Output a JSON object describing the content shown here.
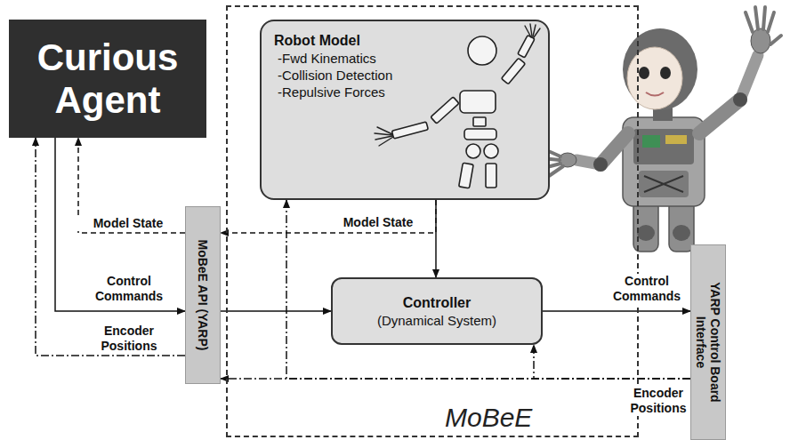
{
  "diagram": {
    "nodes": [
      {
        "text": [
          "Curious Agent"
        ]
      },
      {
        "text": [
          "MoBeE"
        ]
      },
      {
        "text": [
          "Robot Model",
          "-Fwd Kinematics",
          "-Collision Detection",
          "-Repulsive Forces"
        ],
        "in": 1
      },
      {
        "text": [
          "MoBeE API (YARP)"
        ]
      },
      {
        "text": [
          "Controller",
          "(Dynamical System)"
        ],
        "in": 1
      },
      {
        "text": [
          "YARP Control Board Interface"
        ]
      }
    ],
    "edges": [
      {
        "from": 3,
        "to": 0,
        "arrow": "to",
        "label": "Model State"
      },
      {
        "from": 0,
        "to": 3,
        "arrow": "to",
        "label": "Control Commands"
      },
      {
        "from": 3,
        "to": 0,
        "arrow": "to",
        "label": "Encoder Positions"
      },
      {
        "from": 2,
        "to": 4,
        "arrow": "to"
      },
      {
        "from": 2,
        "to": 3,
        "arrow": "to",
        "label": "Model State"
      },
      {
        "from": 3,
        "to": 4,
        "arrow": "to"
      },
      {
        "from": 4,
        "to": 5,
        "arrow": "to",
        "label": "Control Commands"
      },
      {
        "from": 5,
        "to": 3,
        "arrow": "to",
        "label": "Encoder Positions"
      },
      {
        "from": 5,
        "to": 2,
        "arrow": "to"
      },
      {
        "from": 5,
        "to": 4,
        "arrow": "to"
      }
    ]
  }
}
